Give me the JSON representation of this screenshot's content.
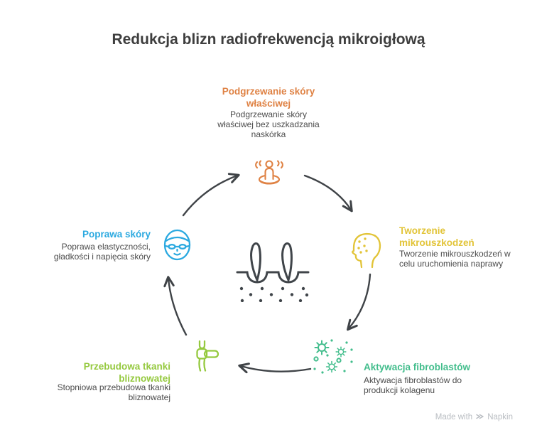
{
  "title": "Redukcja blizn radiofrekwencją mikroigłową",
  "nodes": [
    {
      "id": "podgrzewanie",
      "title": "Podgrzewanie skóry właściwej",
      "description": "Podgrzewanie skóry właściwej bez uszkadzania naskórka",
      "color": "#df8244",
      "icon": "person-heat-icon"
    },
    {
      "id": "mikrouszkodzenia",
      "title": "Tworzenie mikrouszkodzeń",
      "description": "Tworzenie mikrouszkodzeń w celu uruchomienia naprawy",
      "color": "#e2c438",
      "icon": "head-microdamage-icon"
    },
    {
      "id": "fibroblasty",
      "title": "Aktywacja fibroblastów",
      "description": "Aktywacja fibroblastów do produkcji kolagenu",
      "color": "#42bd8c",
      "icon": "cells-icon"
    },
    {
      "id": "przebudowa",
      "title": "Przebudowa tkanki bliznowatej",
      "description": "Stopniowa przebudowa tkanki bliznowatej",
      "color": "#95c93f",
      "icon": "fiber-remodel-icon"
    },
    {
      "id": "poprawa",
      "title": "Poprawa skóry",
      "description": "Poprawa elastyczności, gładkości i napięcia skóry",
      "color": "#2ba9e0",
      "icon": "face-spa-icon"
    }
  ],
  "center_icon": "skin-needles-icon",
  "footer": {
    "made_with": "Made with",
    "brand": "Napkin"
  },
  "colors": {
    "title_text": "#3e3e3e",
    "body_text": "#4b4b4b",
    "arrow": "#3f4347",
    "footer_text": "#b9bdc2",
    "background": "#ffffff"
  }
}
